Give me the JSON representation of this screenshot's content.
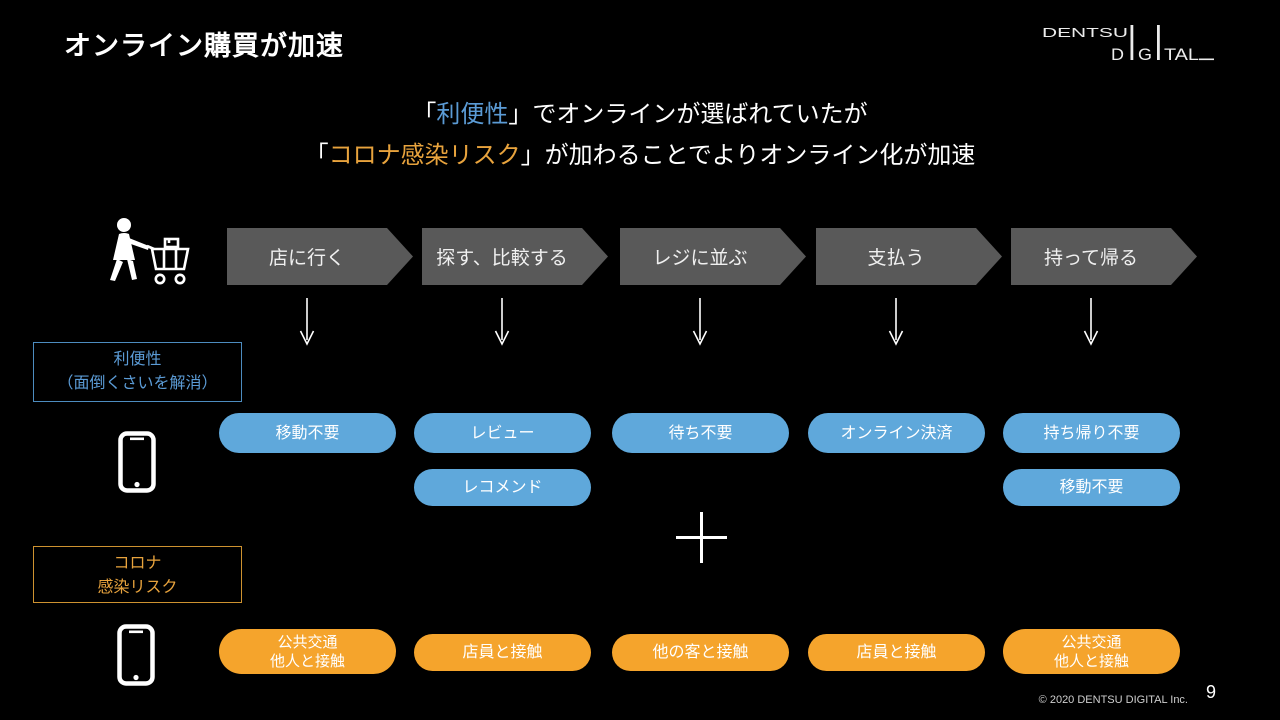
{
  "slide": {
    "title": "オンライン購買が加速",
    "page_number": "9",
    "copyright": "© 2020 DENTSU DIGITAL Inc."
  },
  "logo": {
    "line1": "DENTSU",
    "d": "D",
    "g": "G",
    "tal": "TAL"
  },
  "subtitle": {
    "l1_open": "「",
    "l1_em": "利便性",
    "l1_rest": "」でオンラインが選ばれていたが",
    "l2_open": "「",
    "l2_em": "コロナ感染リスク",
    "l2_rest": "」が加わることでよりオンライン化が加速"
  },
  "flow": {
    "steps": [
      "店に行く",
      "探す、比較する",
      "レジに並ぶ",
      "支払う",
      "持って帰る"
    ]
  },
  "convenience": {
    "box_line1": "利便性",
    "box_line2": "（面倒くさいを解消）",
    "pills_row1": [
      "移動不要",
      "レビュー",
      "待ち不要",
      "オンライン決済",
      "持ち帰り不要"
    ],
    "pills_row2": [
      "レコメンド",
      "移動不要"
    ]
  },
  "risk": {
    "box_line1": "コロナ",
    "box_line2": "感染リスク",
    "pills": [
      {
        "line1": "公共交通",
        "line2": "他人と接触"
      },
      {
        "line1": "店員と接触"
      },
      {
        "line1": "他の客と接触"
      },
      {
        "line1": "店員と接触"
      },
      {
        "line1": "公共交通",
        "line2": "他人と接触"
      }
    ]
  },
  "icons": {
    "logo": "dentsu-digital-logo",
    "shopper": "person-with-shopping-cart-icon",
    "phone": "smartphone-icon",
    "down_arrow": "down-arrow-icon",
    "plus": "plus-icon"
  },
  "colors": {
    "background": "#000000",
    "accent_blue": "#5B9BD5",
    "accent_orange": "#E8A33D",
    "pill_blue": "#5FA8DB",
    "pill_orange": "#F5A42C",
    "chevron_gray": "#595959"
  }
}
